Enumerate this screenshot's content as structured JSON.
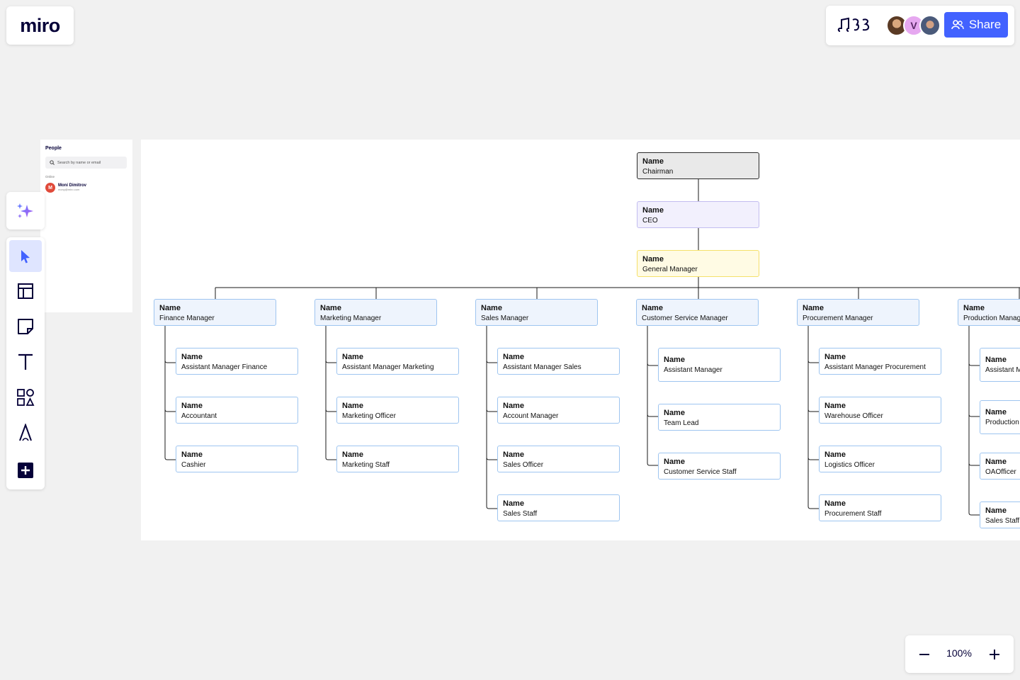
{
  "app": {
    "logo": "miro"
  },
  "header": {
    "share_label": "Share",
    "avatar_v": "V"
  },
  "people_panel": {
    "title": "People",
    "search_placeholder": "Search by name or email",
    "online_label": "Online",
    "user": {
      "initial": "M",
      "name": "Moni Dimitrov",
      "email": "mony@miro.com"
    }
  },
  "toolbar": {
    "tools": [
      "select-tool",
      "templates-tool",
      "sticky-note-tool",
      "text-tool",
      "shapes-tool",
      "pen-tool",
      "add-more-tool"
    ],
    "active": "select-tool"
  },
  "zoom": {
    "level": "100%"
  },
  "org_chart": {
    "chairman": {
      "name": "Name",
      "role": "Chairman"
    },
    "ceo": {
      "name": "Name",
      "role": "CEO"
    },
    "gm": {
      "name": "Name",
      "role": "General Manager"
    },
    "departments": [
      {
        "name": "Name",
        "role": "Finance Manager",
        "staff": [
          {
            "name": "Name",
            "role": "Assistant Manager Finance"
          },
          {
            "name": "Name",
            "role": "Accountant"
          },
          {
            "name": "Name",
            "role": "Cashier"
          }
        ]
      },
      {
        "name": "Name",
        "role": "Marketing Manager",
        "staff": [
          {
            "name": "Name",
            "role": "Assistant Manager Marketing"
          },
          {
            "name": "Name",
            "role": "Marketing Officer"
          },
          {
            "name": "Name",
            "role": "Marketing Staff"
          }
        ]
      },
      {
        "name": "Name",
        "role": "Sales Manager",
        "staff": [
          {
            "name": "Name",
            "role": "Assistant Manager Sales"
          },
          {
            "name": "Name",
            "role": "Account Manager"
          },
          {
            "name": "Name",
            "role": "Sales Officer"
          },
          {
            "name": "Name",
            "role": "Sales Staff"
          }
        ]
      },
      {
        "name": "Name",
        "role": "Customer Service Manager",
        "staff": [
          {
            "name": "Name",
            "role": "Assistant Manager"
          },
          {
            "name": "Name",
            "role": "Team Lead"
          },
          {
            "name": "Name",
            "role": "Customer Service Staff"
          }
        ]
      },
      {
        "name": "Name",
        "role": "Procurement Manager",
        "staff": [
          {
            "name": "Name",
            "role": "Assistant Manager Procurement"
          },
          {
            "name": "Name",
            "role": "Warehouse Officer"
          },
          {
            "name": "Name",
            "role": "Logistics Officer"
          },
          {
            "name": "Name",
            "role": "Procurement Staff"
          }
        ]
      },
      {
        "name": "Name",
        "role": "Production Manager",
        "staff": [
          {
            "name": "Name",
            "role": "Assistant Manager"
          },
          {
            "name": "Name",
            "role": "Production"
          },
          {
            "name": "Name",
            "role": "OAOfficer"
          },
          {
            "name": "Name",
            "role": "Sales Staff"
          }
        ]
      }
    ]
  }
}
